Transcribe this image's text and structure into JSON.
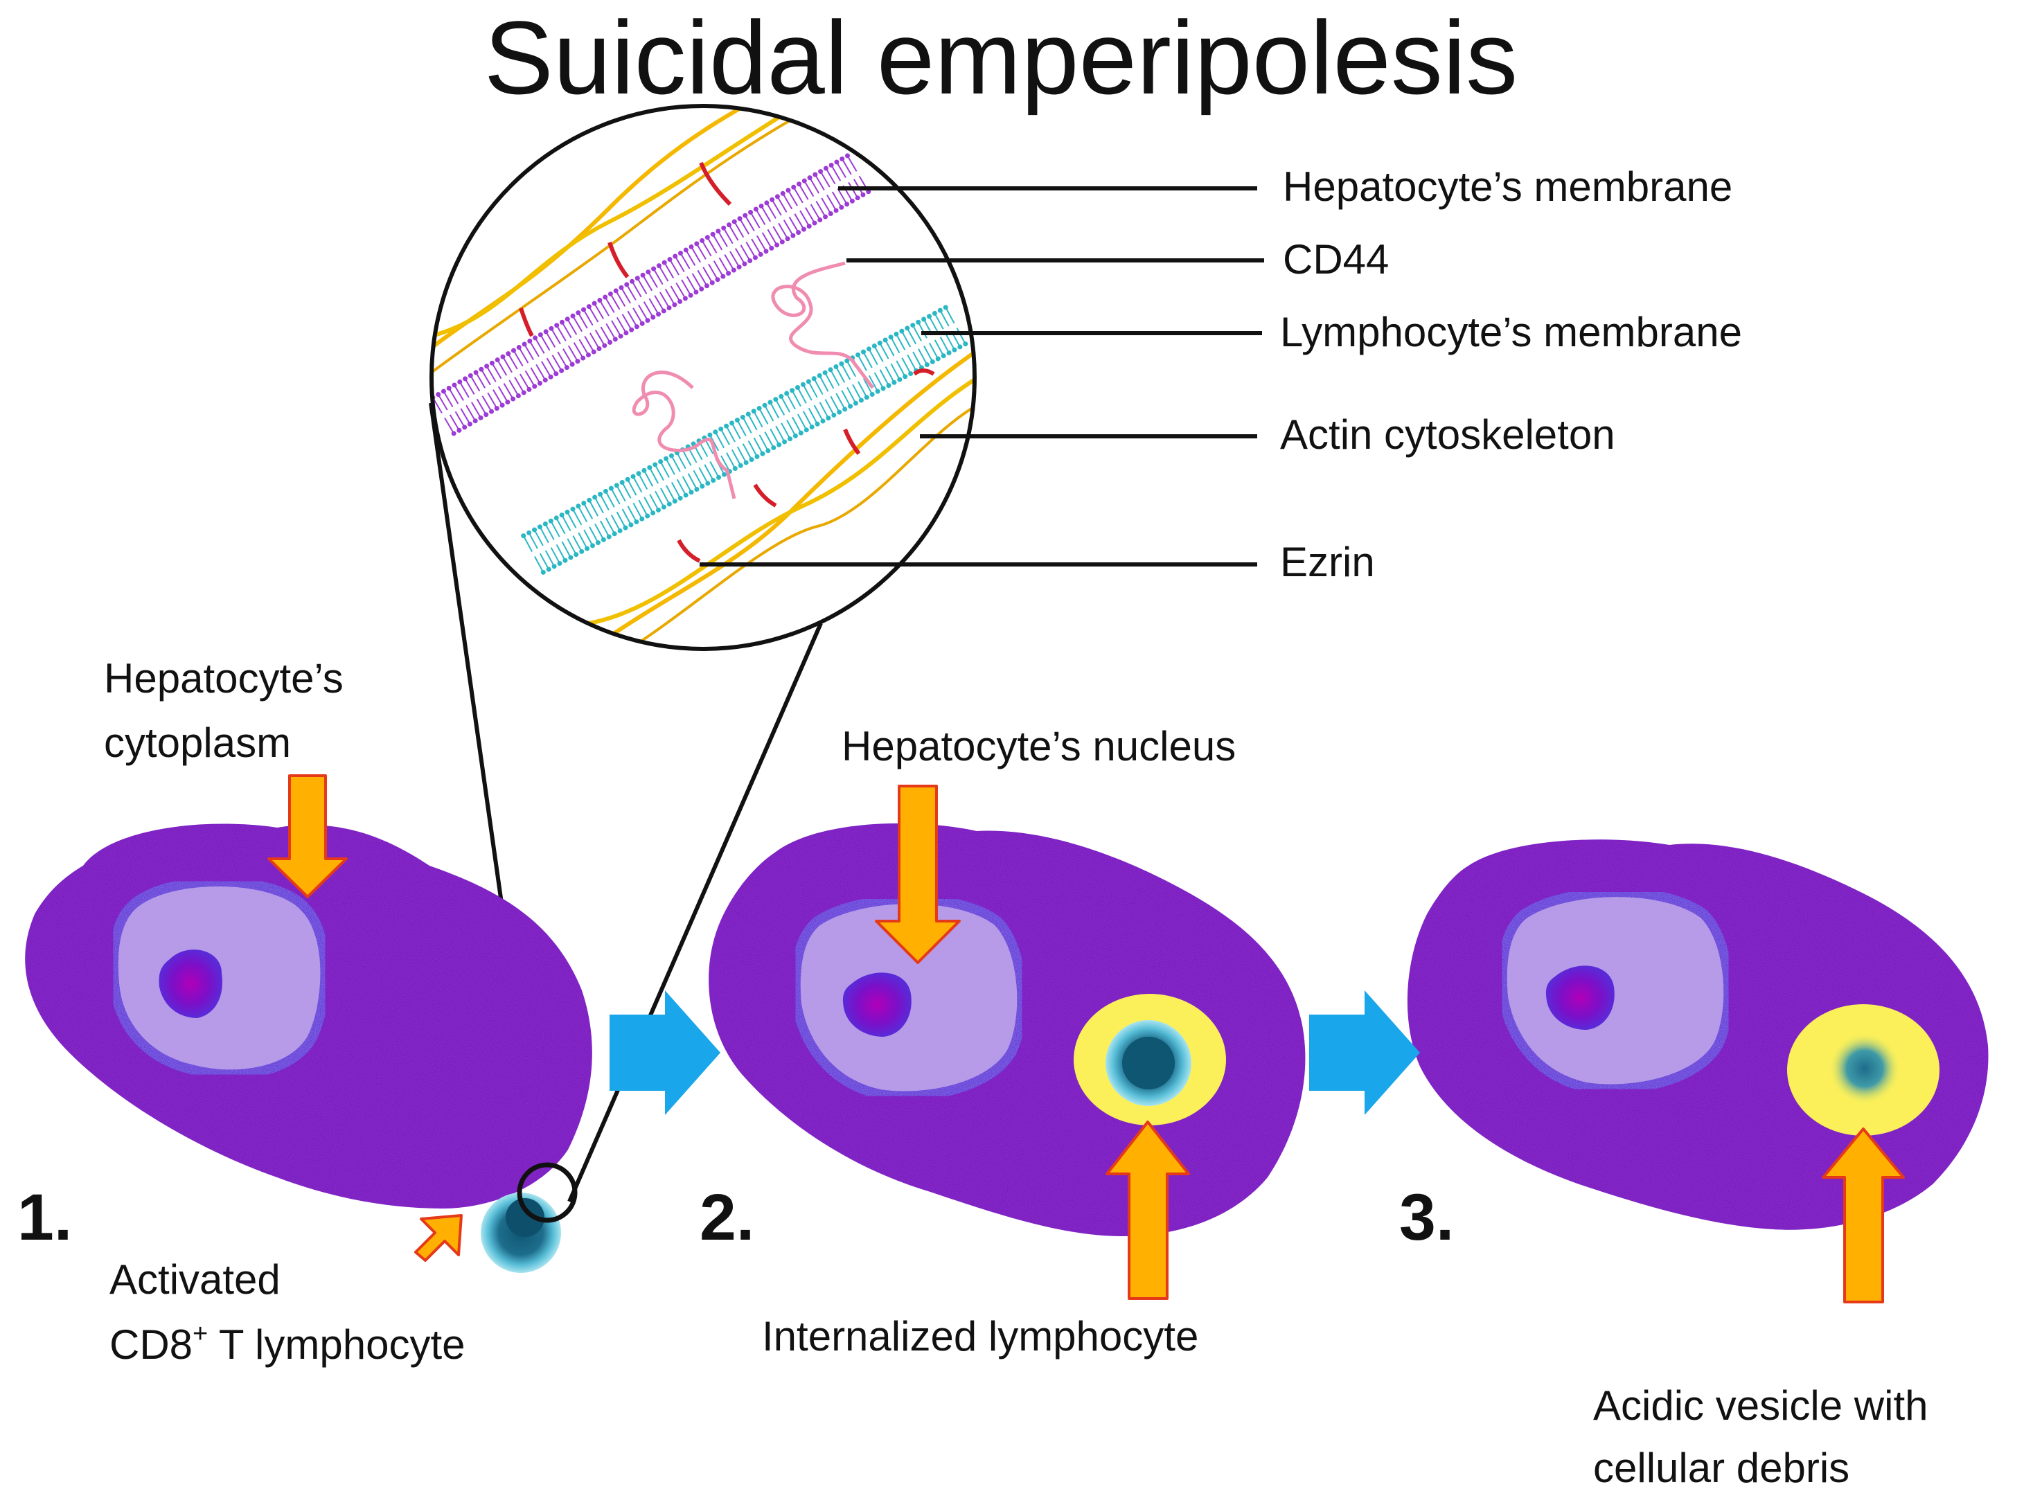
{
  "title": "Suicidal emperipolesis",
  "callouts": {
    "hepatocyte_membrane": "Hepatocyte’s membrane",
    "cd44": "CD44",
    "lymphocyte_membrane": "Lymphocyte’s membrane",
    "actin": "Actin cytoskeleton",
    "ezrin": "Ezrin"
  },
  "labels": {
    "cytoplasm_1": "Hepatocyte’s",
    "cytoplasm_2": "cytoplasm",
    "nucleus": "Hepatocyte’s nucleus",
    "activated_1": "Activated",
    "activated_2a": "CD8",
    "activated_2sup": "+",
    "activated_2b": " T lymphocyte",
    "internalized": "Internalized lymphocyte",
    "vesicle_1": "Acidic vesicle with",
    "vesicle_2": "cellular debris"
  },
  "steps": [
    "1.",
    "2.",
    "3."
  ],
  "colors": {
    "cytoplasm": "#7a1fc4",
    "nucleus": "#b89ae6",
    "nuclear_rim": "#5a2ad8",
    "nucleolus": "#8a10b0",
    "lymphocyte": "#1d6d8c",
    "lymph_rim": "#7fd0e6",
    "vesicle": "#fbf05a",
    "arrow_orange": "#ffb000",
    "arrow_outline": "#e53a1a",
    "arrow_blue": "#1aa6ea",
    "actin": "#f5b800",
    "ezrin": "#d41e2a",
    "hep_membrane": "#9c3bd6",
    "lymph_membrane": "#2ab7c4",
    "cd44": "#f08cb0"
  }
}
